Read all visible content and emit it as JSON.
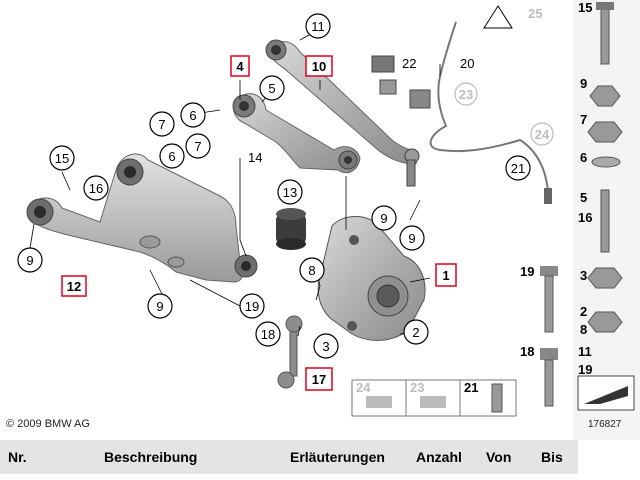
{
  "diagram": {
    "callouts": {
      "c11": "11",
      "c4": "4",
      "c10": "10",
      "c5": "5",
      "c22": "22",
      "c20": "20",
      "c23a": "23",
      "c25": "25",
      "c6a": "6",
      "c7a": "7",
      "c7b": "7",
      "c6b": "6",
      "c14": "14",
      "c15": "15",
      "c16": "16",
      "c24a": "24",
      "c21a": "21",
      "c13": "13",
      "c9a": "9",
      "c9b": "9",
      "c9c": "9",
      "c9d": "9",
      "c12": "12",
      "c8": "8",
      "c1": "1",
      "c19": "19",
      "c18": "18",
      "c3": "3",
      "c2": "2",
      "c17": "17",
      "c24b": "24",
      "c23b": "23",
      "c21b": "21"
    },
    "side_panel": {
      "p15": "15",
      "p9": "9",
      "p7": "7",
      "p6": "6",
      "p5": "5",
      "p16": "16",
      "p19": "19",
      "p3": "3",
      "p2": "2",
      "p8": "8",
      "p11": "11",
      "p19b": "19",
      "p18": "18"
    },
    "highlight_color": "#e0001a"
  },
  "footer": {
    "copyright": "© 2009 BMW AG",
    "doc_number": "176827"
  },
  "table": {
    "headers": {
      "nr": "Nr.",
      "beschreibung": "Beschreibung",
      "erlaeuterungen": "Erläuterungen",
      "anzahl": "Anzahl",
      "von": "Von",
      "bis": "Bis"
    }
  }
}
